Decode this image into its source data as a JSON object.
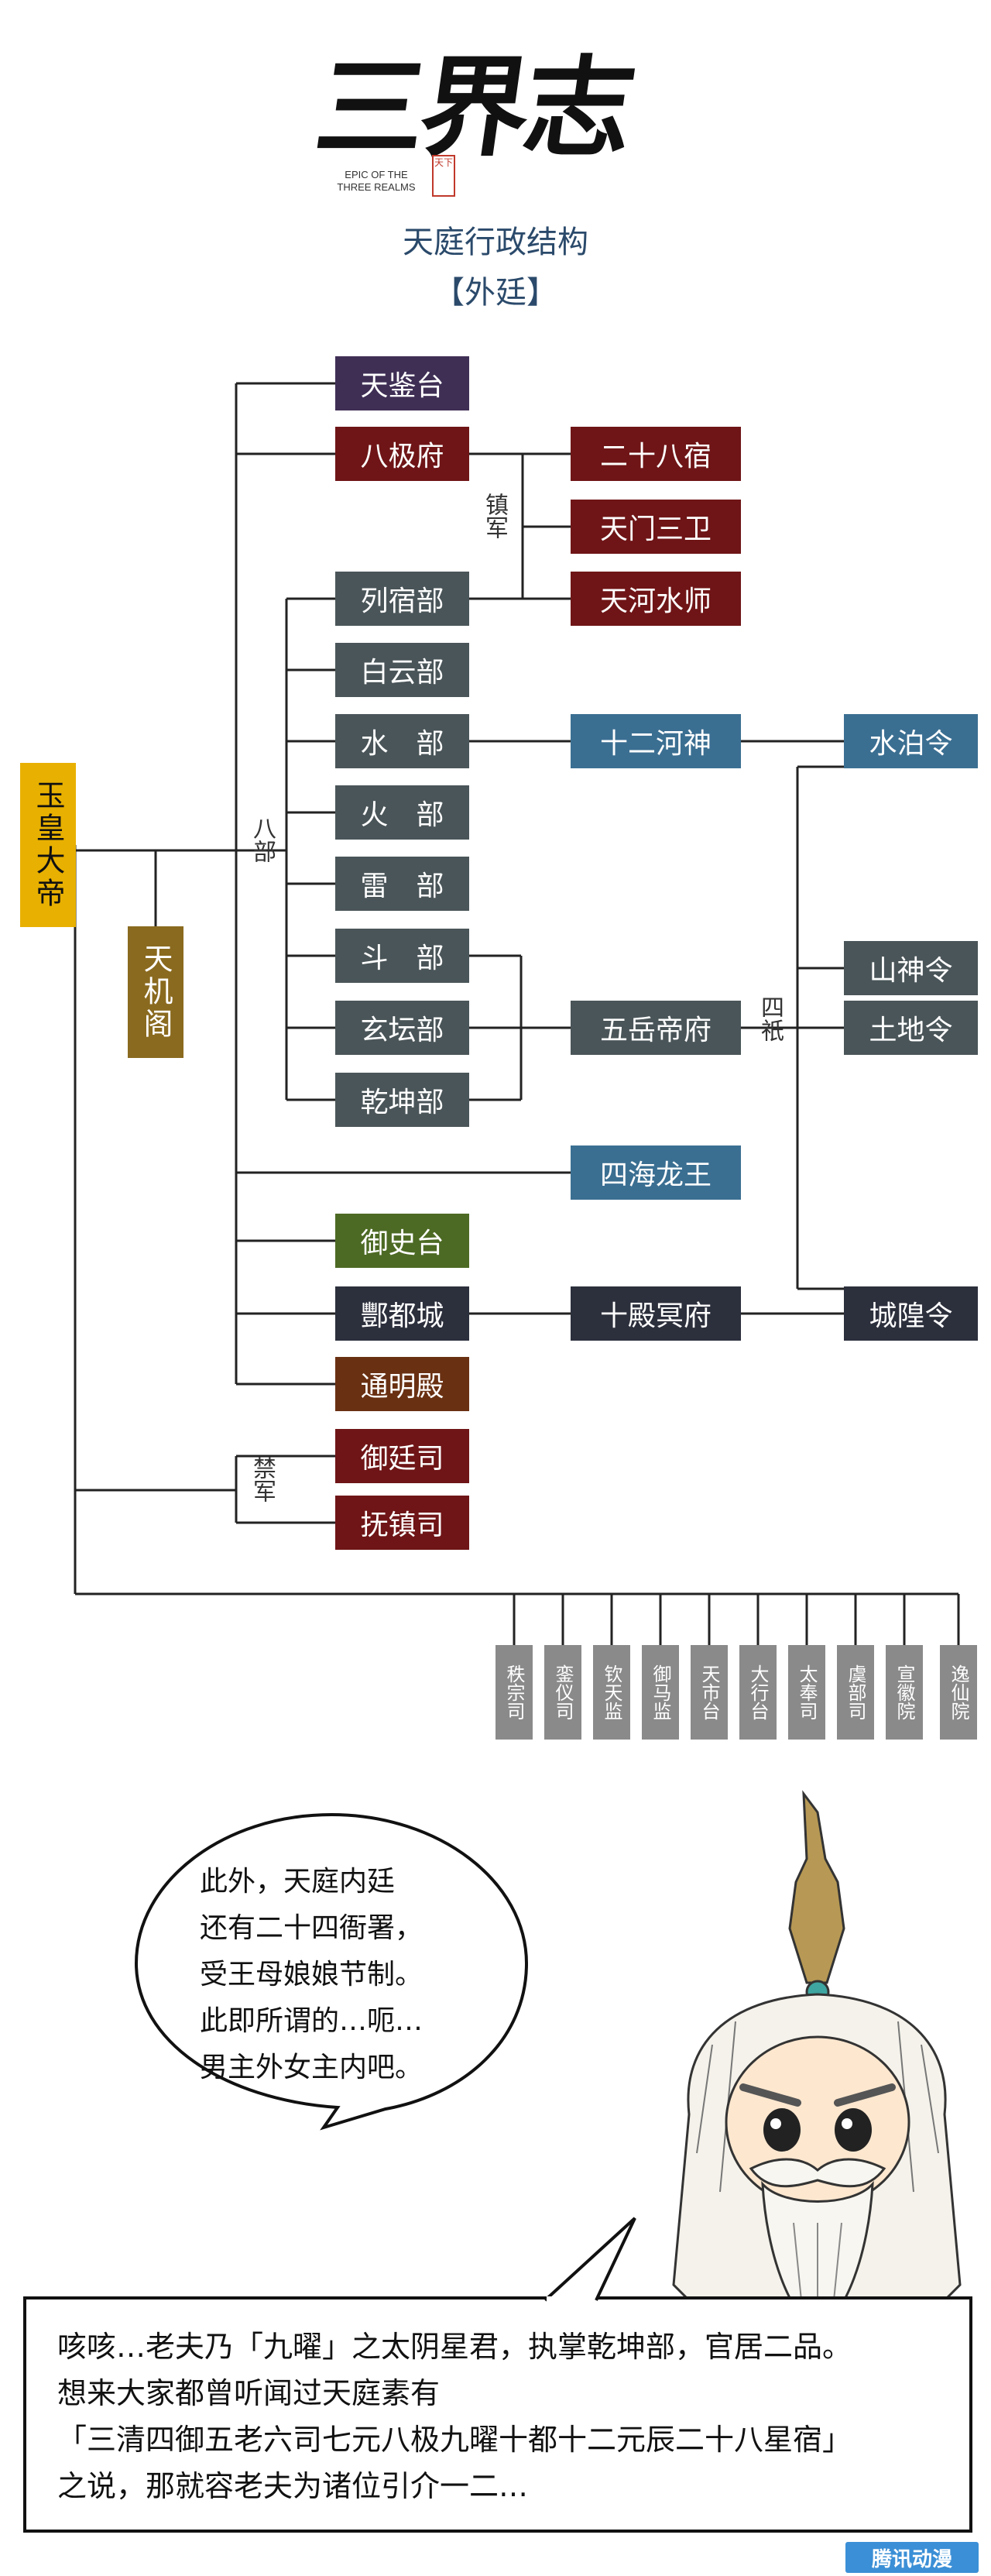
{
  "header": {
    "logo_text": "三界志",
    "logo_subtitle_en": "EPIC OF THE THREE REALMS",
    "seal_text": "天下",
    "title": "天庭行政结构",
    "subtitle": "【外廷】"
  },
  "colors": {
    "purple": "#3f2f55",
    "maroon": "#6f1517",
    "slate": "#4a5559",
    "blue": "#3b6f92",
    "olive": "#4d6a24",
    "navy": "#2c2f3c",
    "brown": "#693012",
    "gold": "#e8b000",
    "bronze": "#8a6a1f",
    "grey": "#8a8a8a"
  },
  "nodes": {
    "emperor": "玉皇大帝",
    "tianjige": "天机阁",
    "tianjiantai": "天鉴台",
    "bajifu": "八极府",
    "ershibaxiu": "二十八宿",
    "tianmensanwei": "天门三卫",
    "tianheshuishi": "天河水师",
    "liexiubu": "列宿部",
    "baiyunbu": "白云部",
    "shuibu": "水　部",
    "huobu": "火　部",
    "leibu": "雷　部",
    "doubu": "斗　部",
    "xuantanbu": "玄坛部",
    "qiankunbu": "乾坤部",
    "shierheshen": "十二河神",
    "wuyuedifu": "五岳帝府",
    "sihailongwang": "四海龙王",
    "shibolling": "水泊令",
    "shanshenling": "山神令",
    "tudiling": "土地令",
    "chenghuangling": "城隍令",
    "yushitai": "御史台",
    "fengducheng": "酆都城",
    "shidianmingfu": "十殿冥府",
    "tongmingdian": "通明殿",
    "yutingsi": "御廷司",
    "fuzhensi": "抚镇司"
  },
  "labels": {
    "zhenjun": "镇军",
    "babu": "八部",
    "siqi": "四祇",
    "jinjun": "禁军"
  },
  "bureaus": [
    "秩宗司",
    "銮仪司",
    "钦天监",
    "御马监",
    "天市台",
    "大行台",
    "太奉司",
    "虞部司",
    "宣徽院",
    "逸仙院"
  ],
  "speech_bubble": {
    "lines": [
      "此外，天庭内廷",
      "还有二十四衙署，",
      "受王母娘娘节制。",
      "此即所谓的…呃…",
      "男主外女主内吧。"
    ]
  },
  "narration": {
    "lines": [
      "咳咳…老夫乃「九曜」之太阴星君，执掌乾坤部，官居二品。",
      "想来大家都曾听闻过天庭素有",
      "「三清四御五老六司七元八极九曜十都十二元辰二十八星宿」",
      "之说，那就容老夫为诸位引介一二…"
    ]
  },
  "watermark": "腾讯动漫"
}
